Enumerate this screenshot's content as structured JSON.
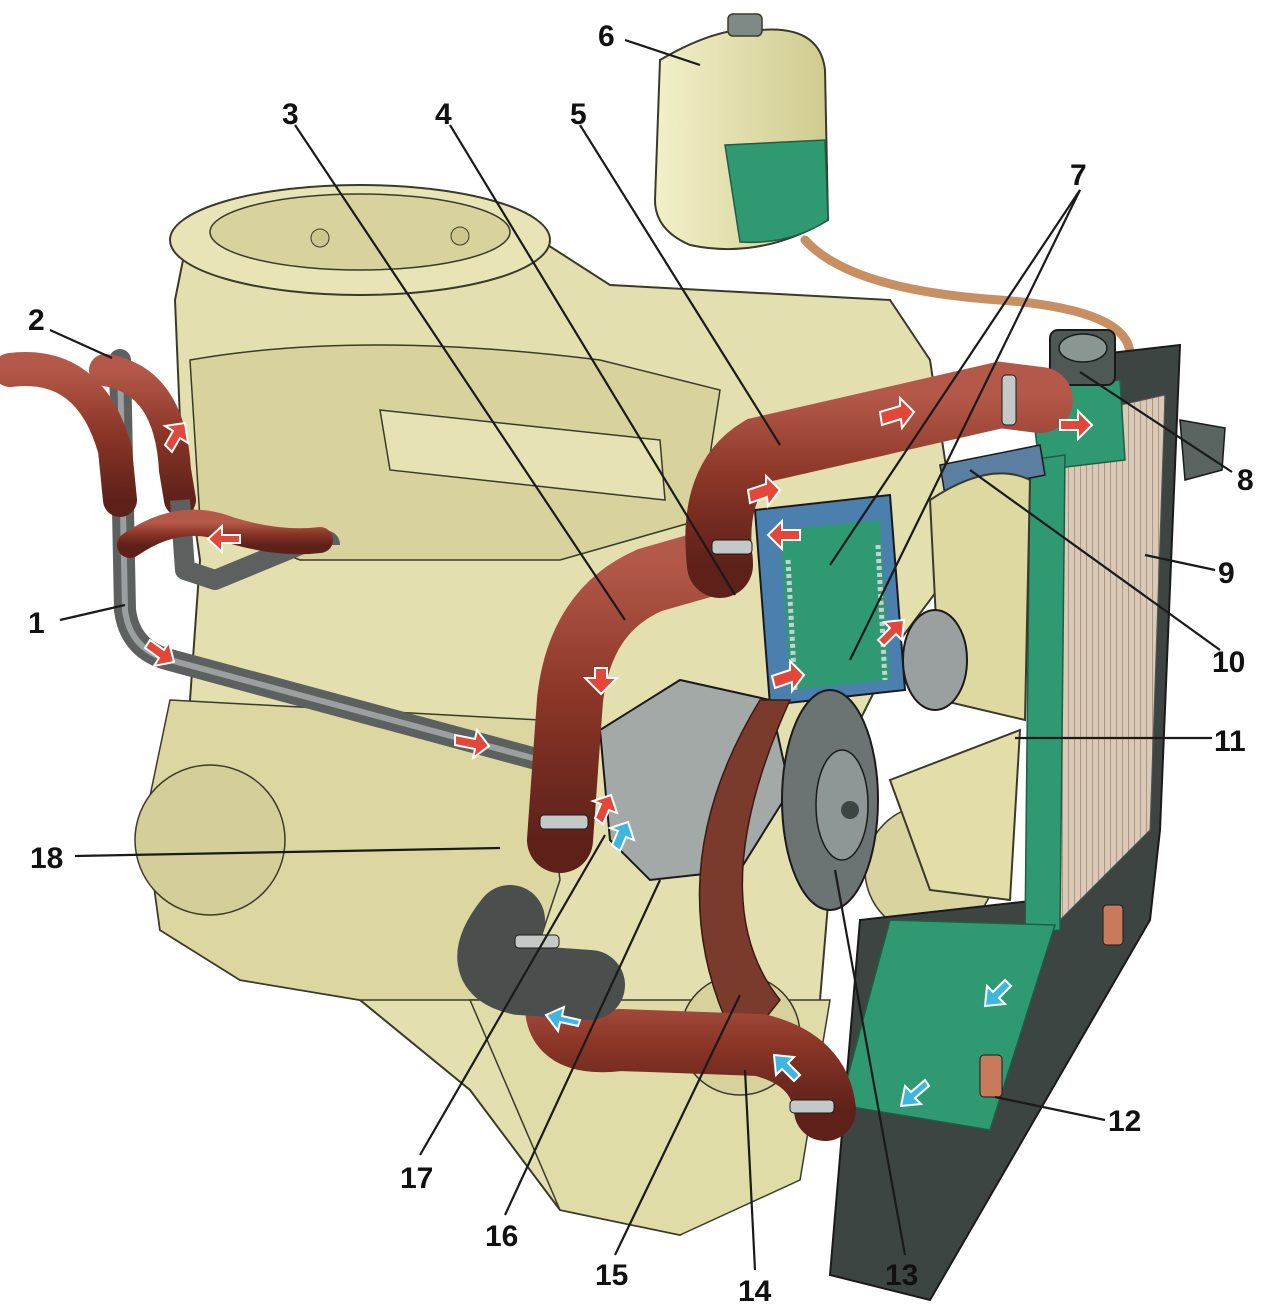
{
  "colors": {
    "engine": "#e3dfae",
    "engine_shade": "#cdc78f",
    "hose": "#8a3526",
    "hose_light": "#b4594a",
    "hose_dark": "#5e2119",
    "coolant": "#2f9a72",
    "radiator_frame": "#3d4542",
    "tank": "#e8e6b2",
    "flow_hot": "#e2473a",
    "flow_cold": "#3fb6e0",
    "pipe": "#6f7473",
    "fan": "#ded9a1"
  },
  "callouts": [
    {
      "id": "1",
      "label": "1"
    },
    {
      "id": "2",
      "label": "2"
    },
    {
      "id": "3",
      "label": "3"
    },
    {
      "id": "4",
      "label": "4"
    },
    {
      "id": "5",
      "label": "5"
    },
    {
      "id": "6",
      "label": "6"
    },
    {
      "id": "7",
      "label": "7"
    },
    {
      "id": "8",
      "label": "8"
    },
    {
      "id": "9",
      "label": "9"
    },
    {
      "id": "10",
      "label": "10"
    },
    {
      "id": "11",
      "label": "11"
    },
    {
      "id": "12",
      "label": "12"
    },
    {
      "id": "13",
      "label": "13"
    },
    {
      "id": "14",
      "label": "14"
    },
    {
      "id": "15",
      "label": "15"
    },
    {
      "id": "16",
      "label": "16"
    },
    {
      "id": "17",
      "label": "17"
    },
    {
      "id": "18",
      "label": "18"
    }
  ],
  "icons": {
    "hot_flow": "hot-flow-arrow-icon",
    "cold_flow": "cold-flow-arrow-icon"
  }
}
